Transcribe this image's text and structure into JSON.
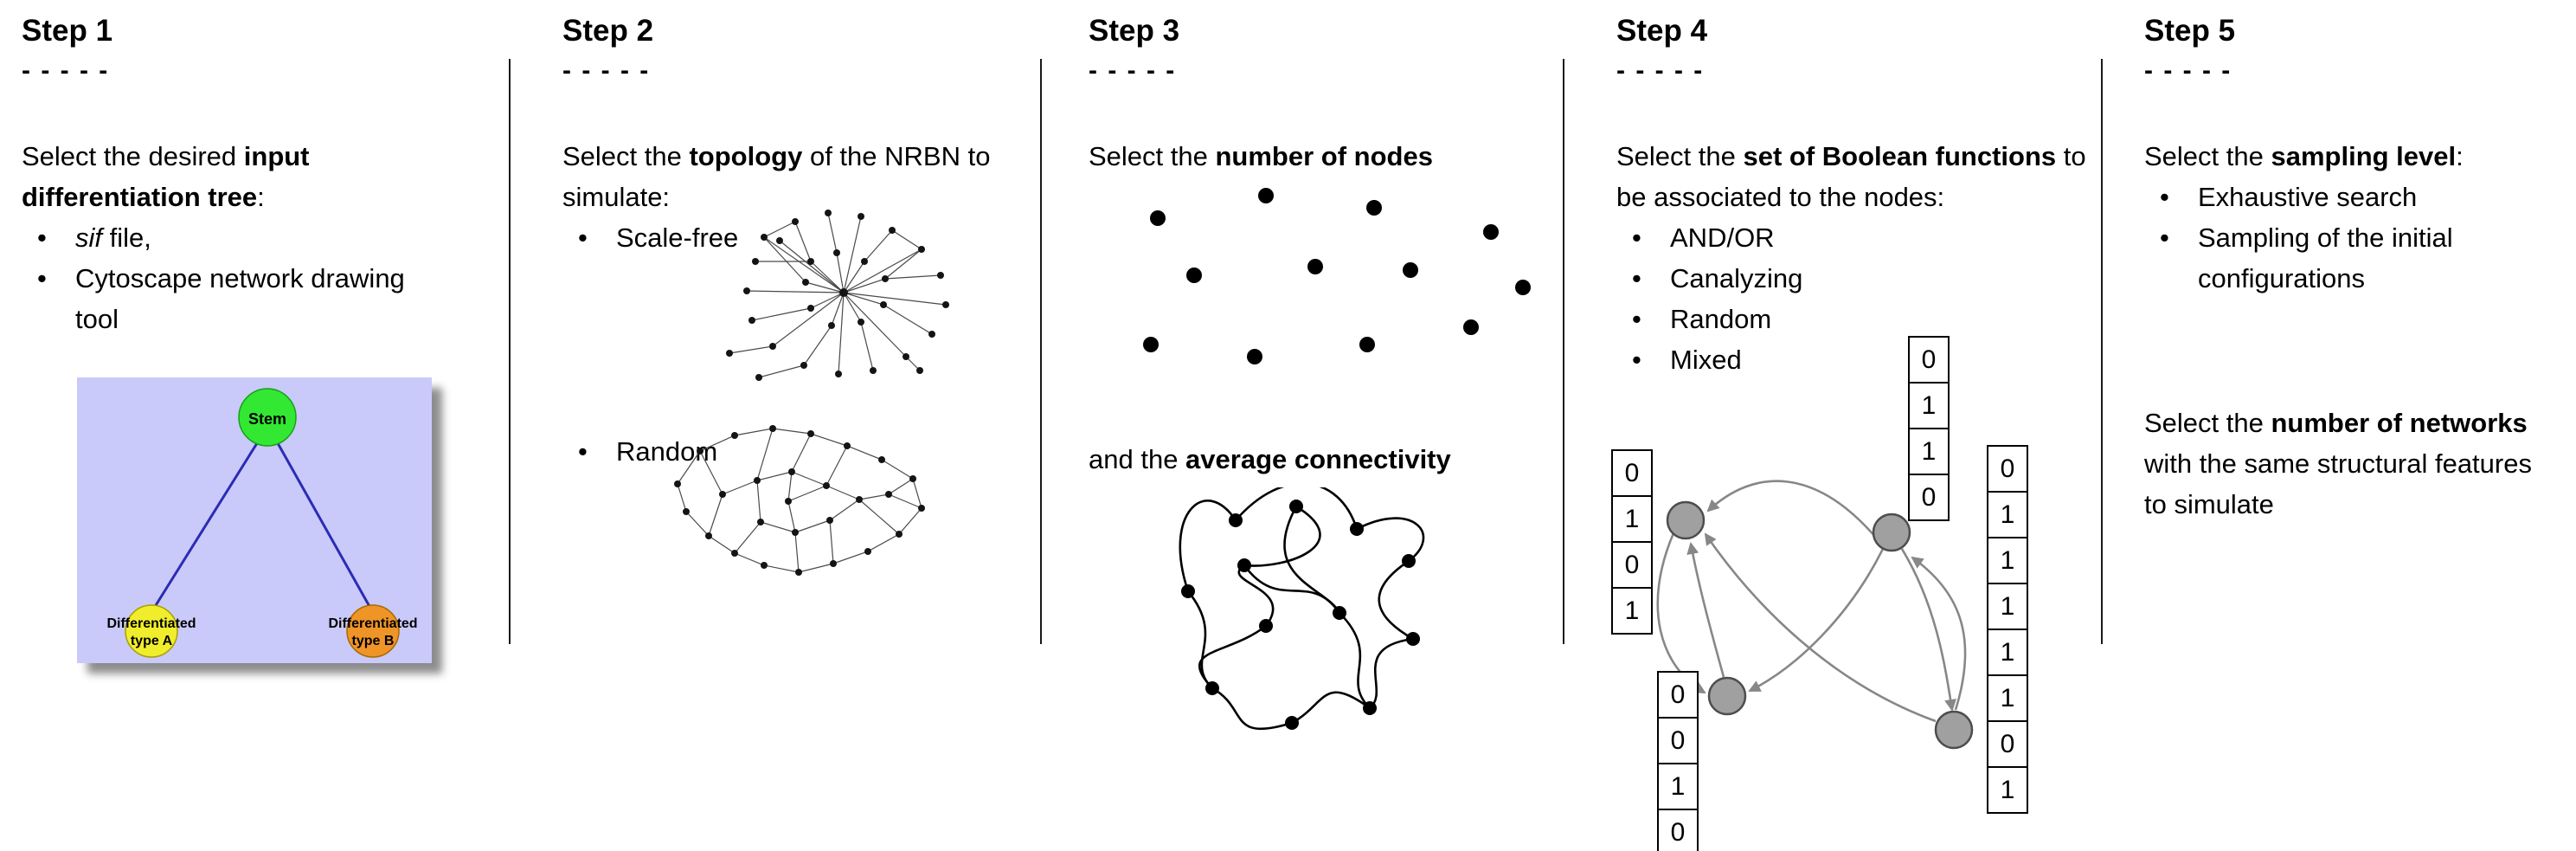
{
  "figure": {
    "steps": [
      {
        "title": "Step 1",
        "dashes": "- - - - -",
        "intro": {
          "pre": "Select the desired ",
          "bold": "input differentiation tree",
          "post": ":"
        },
        "bullets": [
          {
            "italic": "sif",
            "text": " file,"
          },
          {
            "italic": "",
            "text": "Cytoscape network drawing tool"
          }
        ],
        "tree": {
          "background_color": "#c9c9fa",
          "edge_color": "#2b2bb4",
          "stem": {
            "label": "Stem",
            "color": "#33e833"
          },
          "type_a": {
            "label_line1": "Differentiated",
            "label_line2": "type A",
            "color": "#f0ee2c"
          },
          "type_b": {
            "label_line1": "Differentiated",
            "label_line2": "type B",
            "color": "#ef9426"
          }
        }
      },
      {
        "title": "Step 2",
        "dashes": "- - - - -",
        "intro": {
          "pre": "Select the ",
          "bold": "topology",
          "post": " of the NRBN to simulate:"
        },
        "bullets": [
          {
            "text": "Scale-free"
          },
          {
            "text": "Random"
          }
        ]
      },
      {
        "title": "Step 3",
        "dashes": "- - - - -",
        "line1": {
          "pre": "Select the ",
          "bold": "number of nodes",
          "post": ""
        },
        "line2": {
          "pre": "and the ",
          "bold": "average connectivity",
          "post": ""
        }
      },
      {
        "title": "Step 4",
        "dashes": "- - - - -",
        "intro": {
          "pre": "Select the ",
          "bold": "set of Boolean functions",
          "post": " to be associated to the nodes:"
        },
        "bullets": [
          {
            "text": "AND/OR"
          },
          {
            "text": "Canalyzing"
          },
          {
            "text": "Random"
          },
          {
            "text": "Mixed"
          }
        ],
        "truth_tables": {
          "left": [
            "0",
            "1",
            "0",
            "1"
          ],
          "top": [
            "0",
            "1",
            "1",
            "0"
          ],
          "bottom_left": [
            "0",
            "0",
            "1",
            "0"
          ],
          "right": [
            "0",
            "1",
            "1",
            "1",
            "1",
            "1",
            "0",
            "1"
          ]
        }
      },
      {
        "title": "Step 5",
        "dashes": "- - - - -",
        "line1": {
          "pre": "Select the ",
          "bold": "sampling level",
          "post": ":"
        },
        "bullets": [
          {
            "text": "Exhaustive search"
          },
          {
            "text": "Sampling of the initial configurations"
          }
        ],
        "line2": {
          "pre": "Select the ",
          "bold": "number of networks",
          "post": " with the same structural features to simulate"
        }
      }
    ]
  }
}
